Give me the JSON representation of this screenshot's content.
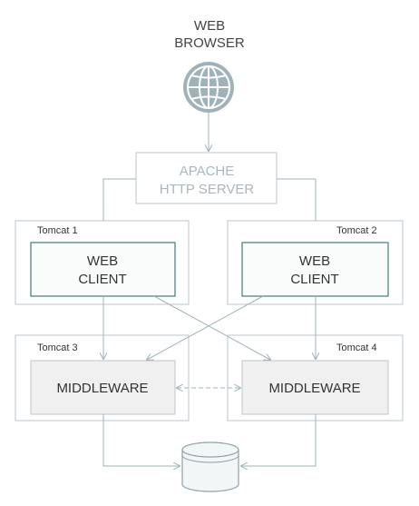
{
  "browser": {
    "line1": "WEB",
    "line2": "BROWSER",
    "icon": "globe-icon"
  },
  "apache": {
    "line1": "APACHE",
    "line2": "HTTP SERVER"
  },
  "tomcats": [
    {
      "label": "Tomcat 1",
      "component_line1": "WEB",
      "component_line2": "CLIENT"
    },
    {
      "label": "Tomcat 2",
      "component_line1": "WEB",
      "component_line2": "CLIENT"
    },
    {
      "label": "Tomcat 3",
      "component_line1": "MIDDLEWARE"
    },
    {
      "label": "Tomcat 4",
      "component_line1": "MIDDLEWARE"
    }
  ],
  "database": {
    "icon": "database-icon"
  },
  "colors": {
    "line": "#9fb3ba",
    "line_dark": "#8fa2a9",
    "text": "#333333",
    "text_muted": "#aab7bd",
    "web_client_border": "#3f7d78",
    "web_client_fill": "#fafcfc",
    "middleware_fill": "#f0f0f0",
    "middleware_border": "#c5c5c5",
    "tomcat_border": "#b9c6cb",
    "globe_fill": "#a0b2b9"
  }
}
